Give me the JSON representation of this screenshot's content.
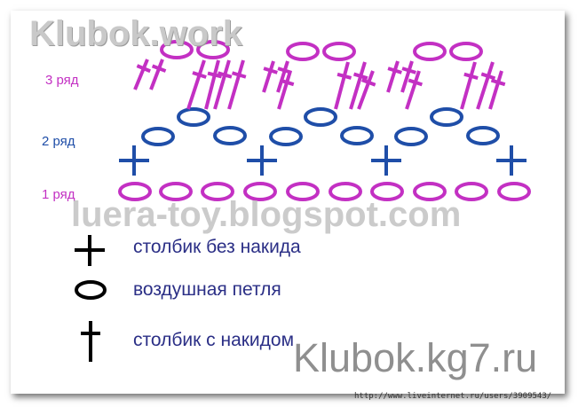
{
  "watermarks": {
    "top": "Klubok.work",
    "blog": "luera-toy.blogspot.com",
    "site": "Klubok.kg7.ru",
    "url": "http://www.liveinternet.ru/users/3909543/"
  },
  "rows": [
    {
      "label": "3 ряд",
      "color": "#c330c3"
    },
    {
      "label": "2 ряд",
      "color": "#1f4ea8"
    },
    {
      "label": "1 ряд",
      "color": "#c330c3"
    }
  ],
  "legend": [
    {
      "symbol": "plus-icon",
      "text": "столбик без накида"
    },
    {
      "symbol": "oval-icon",
      "text": "воздушная петля"
    },
    {
      "symbol": "dagger-icon",
      "text": "столбик с накидом"
    }
  ],
  "colors": {
    "magenta": "#c330c3",
    "blue": "#1f4ea8",
    "black": "#000000",
    "legend_text": "#2b2f86"
  }
}
